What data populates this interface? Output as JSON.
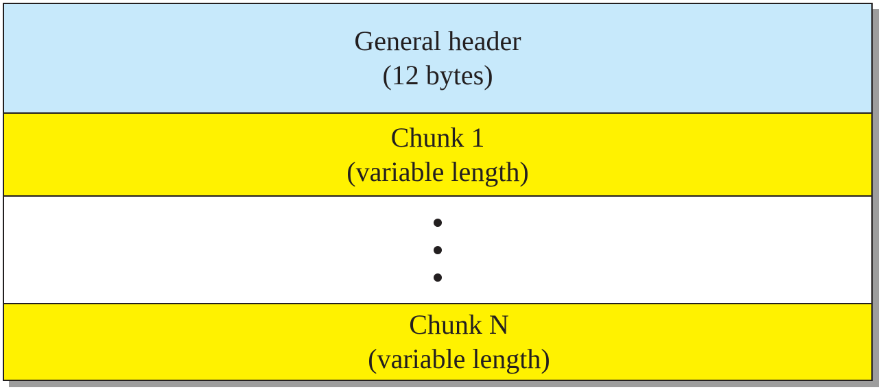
{
  "rows": [
    {
      "line1": "General header",
      "line2": "(12 bytes)",
      "color": "#c7e9fb"
    },
    {
      "line1": "Chunk 1",
      "line2": "(variable length)",
      "color": "#fff200"
    },
    {
      "line1": "",
      "line2": "",
      "color": "#ffffff"
    },
    {
      "line1": "Chunk N",
      "line2": "(variable length)",
      "color": "#fff200"
    }
  ]
}
